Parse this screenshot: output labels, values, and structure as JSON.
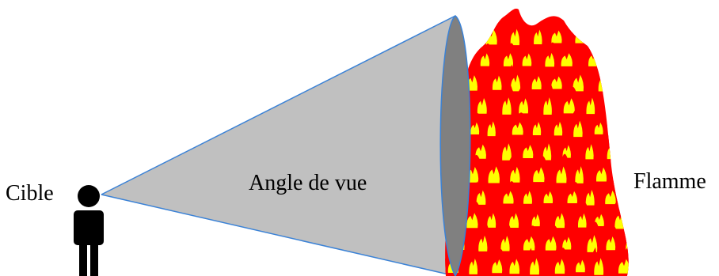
{
  "labels": {
    "target": "Cible",
    "view_angle": "Angle de vue",
    "flame": "Flamme"
  },
  "colors": {
    "cone_fill": "#c0c0c0",
    "cone_base": "#808080",
    "cone_edge": "#3b82d6",
    "person": "#000000",
    "flame_outer": "#ff0000",
    "flame_inner": "#ffff00"
  },
  "icons": {
    "person": "person-icon",
    "flame": "flame-icon"
  }
}
